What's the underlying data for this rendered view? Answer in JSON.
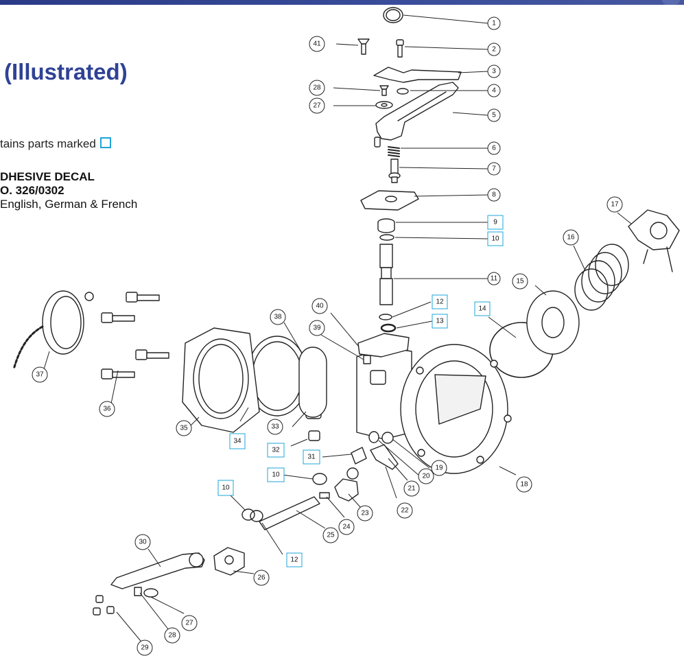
{
  "header": {
    "title": "(Illustrated)"
  },
  "notes": {
    "kit_note": "tains parts marked",
    "decal_line1": "DHESIVE DECAL",
    "decal_line2": "O. 326/0302",
    "decal_line3": "English, German & French"
  },
  "callouts": {
    "c1": "1",
    "c2": "2",
    "c3": "3",
    "c4": "4",
    "c5": "5",
    "c6": "6",
    "c7": "7",
    "c8": "8",
    "c9": "9",
    "c10a": "10",
    "c10b": "10",
    "c10c": "10",
    "c11": "11",
    "c12a": "12",
    "c12b": "12",
    "c13": "13",
    "c14": "14",
    "c15": "15",
    "c16": "16",
    "c17": "17",
    "c18": "18",
    "c19": "19",
    "c20": "20",
    "c21": "21",
    "c22": "22",
    "c23": "23",
    "c24": "24",
    "c25": "25",
    "c26": "26",
    "c27a": "27",
    "c27b": "27",
    "c28a": "28",
    "c28b": "28",
    "c29": "29",
    "c30": "30",
    "c31": "31",
    "c32": "32",
    "c33": "33",
    "c34": "34",
    "c35": "35",
    "c36": "36",
    "c37": "37",
    "c38": "38",
    "c39": "39",
    "c40": "40",
    "c41": "41"
  },
  "colors": {
    "title": "#2f4295",
    "kit_marker": "#1ea4d8",
    "header_bar": "#2a3a86"
  }
}
